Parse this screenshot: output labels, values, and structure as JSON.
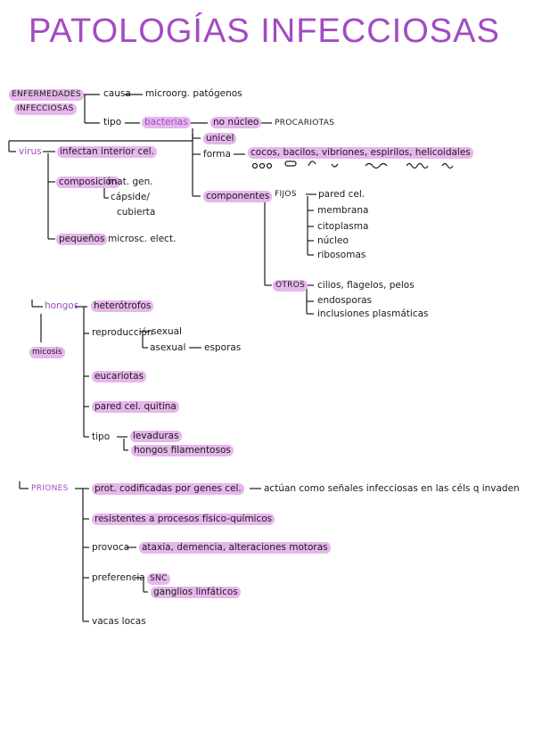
{
  "title": "PATOLOGÍAS INFECCIOSAS",
  "root": {
    "line1": "ENFERMEDADES",
    "line2": "INFECCIOSAS"
  },
  "causa": {
    "label": "causa",
    "value": "microorg. patógenos"
  },
  "tipo": {
    "label": "tipo",
    "bacterias": "bacterias"
  },
  "bacterias": {
    "no_nucleo": "no núcleo",
    "procariotas": "PROCARIOTAS",
    "unicel": "unicel",
    "forma_label": "forma",
    "forma_value": "cocos, bacilos, vibriones, espirilos, helicoidales",
    "componentes": "componentes",
    "fijos_label": "FIJOS",
    "fijos": [
      "pared cel.",
      "membrana",
      "citoplasma",
      "núcleo",
      "ribosomas"
    ],
    "otros_label": "OTROS",
    "otros": [
      "cilios, flagelos, pelos",
      "endosporas",
      "inclusiones plasmáticas"
    ]
  },
  "virus": {
    "label": "virus",
    "infectan": "infectan interior cel.",
    "composicion_label": "composición",
    "composicion": [
      "mat. gen.",
      "cápside/",
      "cubierta"
    ],
    "pequenos_label": "pequeños",
    "pequenos_value": "microsc. elect."
  },
  "hongos": {
    "label": "hongos",
    "micosis": "micosis",
    "heterotrofos": "heterótrofos",
    "reproduccion_label": "reproducción",
    "sexual": "sexual",
    "asexual": "asexual",
    "esporas": "esporas",
    "eucariotas": "eucariotas",
    "pared": "pared cel. quitina",
    "tipo_label": "tipo",
    "levaduras": "levaduras",
    "filamentosos": "hongos filamentosos"
  },
  "priones": {
    "label": "PRIONES",
    "prot_label": "prot. codificadas por genes cel.",
    "prot_value": "actúan como señales infecciosas en las céls q invaden",
    "resistentes": "resistentes a procesos físico-químicos",
    "provoca_label": "provoca",
    "provoca_value": "ataxia, demencia, alteraciones motoras",
    "preferencia_label": "preferencia",
    "snc": "SNC",
    "ganglios": "ganglios linfáticos",
    "vacas": "vacas locas"
  }
}
